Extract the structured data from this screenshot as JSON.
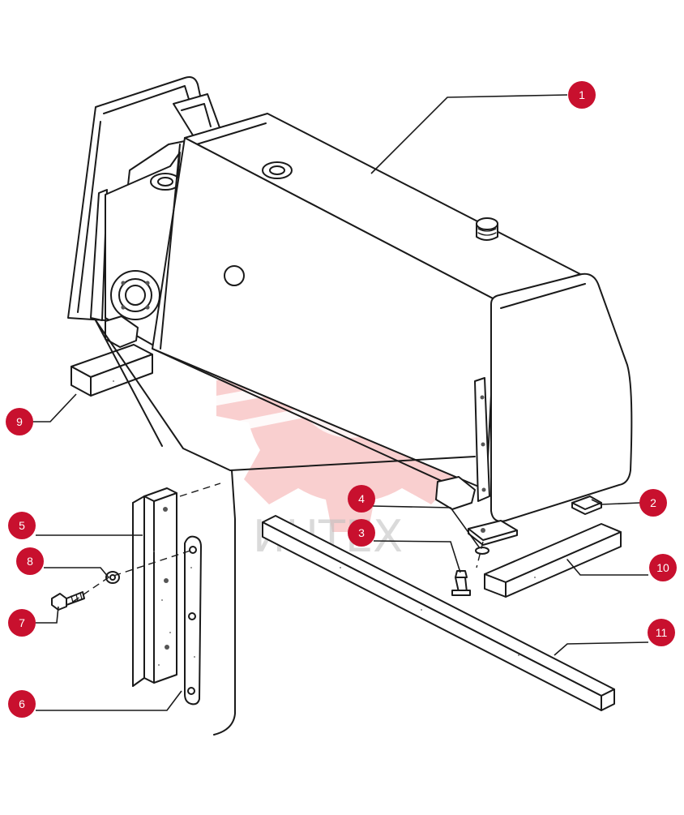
{
  "callouts": [
    {
      "id": "c1",
      "label": "1"
    },
    {
      "id": "c2",
      "label": "2"
    },
    {
      "id": "c3",
      "label": "3"
    },
    {
      "id": "c4",
      "label": "4"
    },
    {
      "id": "c5",
      "label": "5"
    },
    {
      "id": "c6",
      "label": "6"
    },
    {
      "id": "c7",
      "label": "7"
    },
    {
      "id": "c8",
      "label": "8"
    },
    {
      "id": "c9",
      "label": "9"
    },
    {
      "id": "c10",
      "label": "10"
    },
    {
      "id": "c11",
      "label": "11"
    }
  ],
  "watermark": {
    "text": "ИНТЕХ"
  },
  "colors": {
    "callout": "#c8102e",
    "watermark_gear": "#f4a0a0",
    "line": "#1a1a1a"
  }
}
